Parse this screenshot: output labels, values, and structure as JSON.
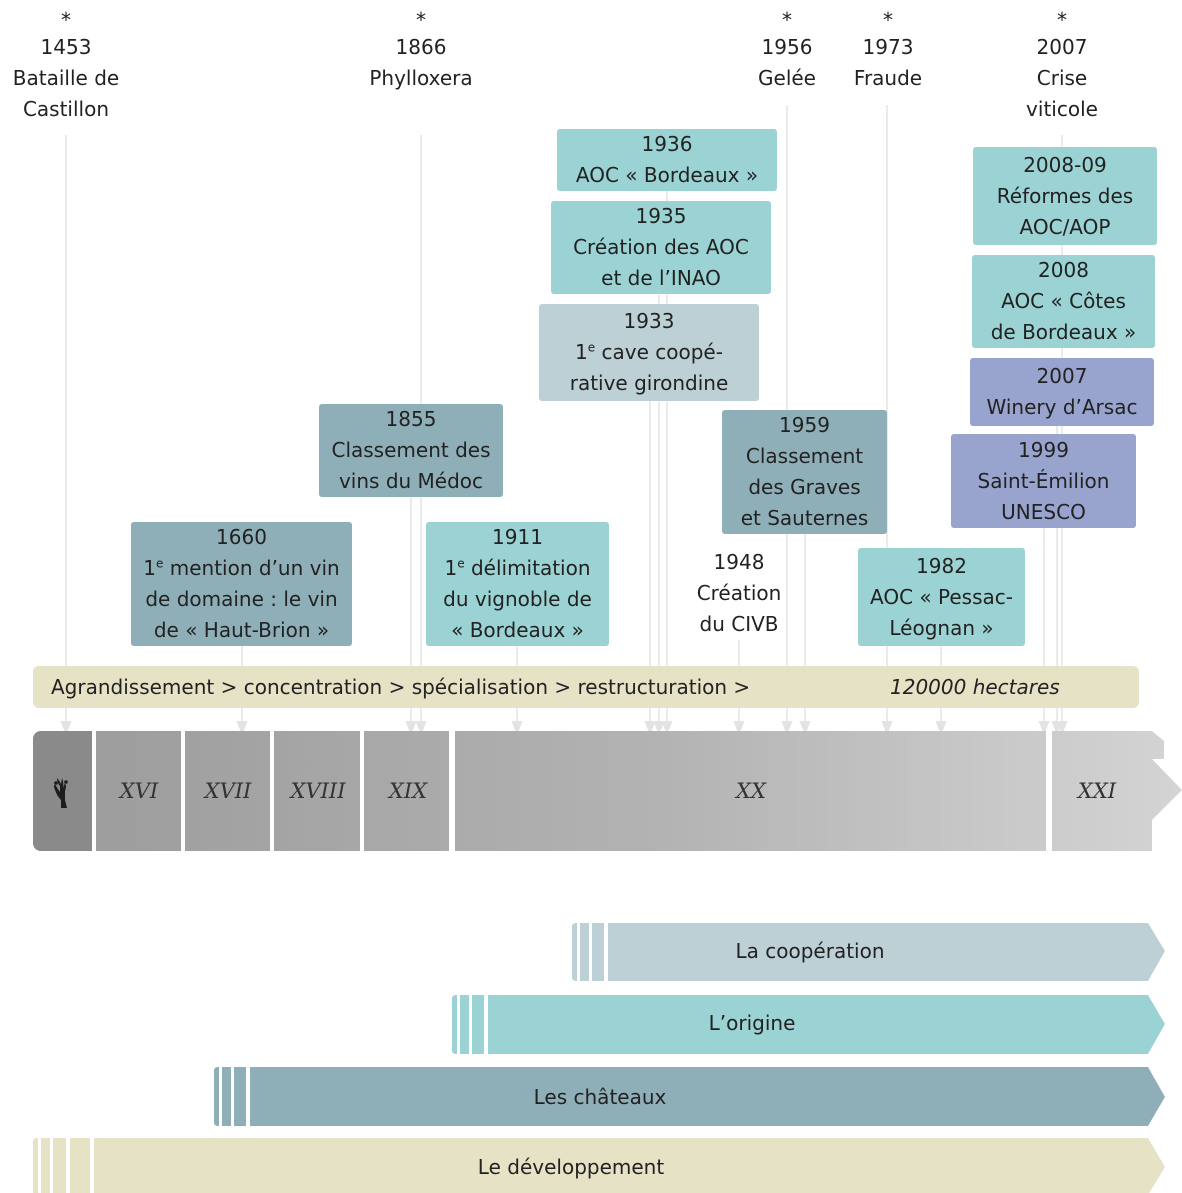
{
  "top_events": [
    {
      "star": "*",
      "year": "1453",
      "label_lines": [
        "Bataille de",
        "Castillon"
      ]
    },
    {
      "star": "*",
      "year": "1866",
      "label_lines": [
        "Phylloxera"
      ]
    },
    {
      "star": "*",
      "year": "1956",
      "label_lines": [
        "Gelée"
      ]
    },
    {
      "star": "*",
      "year": "1973",
      "label_lines": [
        "Fraude"
      ]
    },
    {
      "star": "*",
      "year": "2007",
      "label_lines": [
        "Crise",
        "viticole"
      ]
    }
  ],
  "boxes": {
    "b1936": {
      "year": "1936",
      "lines": [
        "AOC « Bordeaux »"
      ]
    },
    "b1935": {
      "year": "1935",
      "lines": [
        "Création des AOC",
        "et de l’INAO"
      ]
    },
    "b1933": {
      "year": "1933",
      "line1_pre": "1",
      "line1_sup": "e",
      "line1_post": " cave coopé-",
      "lines": [
        "rative girondine"
      ]
    },
    "b1855": {
      "year": "1855",
      "lines": [
        "Classement des",
        "vins du Médoc"
      ]
    },
    "b1660": {
      "year": "1660",
      "line1_pre": "1",
      "line1_sup": "e",
      "line1_post": " mention d’un vin",
      "lines": [
        "de domaine : le vin",
        "de « Haut-Brion »"
      ]
    },
    "b1911": {
      "year": "1911",
      "line1_pre": "1",
      "line1_sup": "e",
      "line1_post": " délimitation",
      "lines": [
        "du vignoble de",
        "« Bordeaux »"
      ]
    },
    "b1948": {
      "year": "1948",
      "lines": [
        "Création",
        "du CIVB"
      ]
    },
    "b1959": {
      "year": "1959",
      "lines": [
        "Classement",
        "des Graves",
        "et Sauternes"
      ]
    },
    "b1982": {
      "year": "1982",
      "lines": [
        "AOC « Pessac-",
        "Léognan »"
      ]
    },
    "b2008_09": {
      "year": "2008-09",
      "lines": [
        "Réformes des",
        "AOC/AOP"
      ]
    },
    "b2008": {
      "year": "2008",
      "lines": [
        "AOC « Côtes",
        "de Bordeaux »"
      ]
    },
    "b2007": {
      "year": "2007",
      "lines": [
        "Winery d’Arsac"
      ]
    },
    "b1999": {
      "year": "1999",
      "lines": [
        "Saint-Émilion",
        "UNESCO"
      ]
    }
  },
  "band": {
    "text": "Agrandissement > concentration > spécialisation > restructuration >",
    "hectares": "120000 hectares",
    "color": "#e6e2c6"
  },
  "centuries": [
    "XVI",
    "XVII",
    "XVIII",
    "XIX",
    "XX",
    "XXI"
  ],
  "vine_icon": "vine-icon",
  "bars": [
    {
      "label": "La coopération",
      "color": "#bcd0d6"
    },
    {
      "label": "L’origine",
      "color": "#9bd2d3"
    },
    {
      "label": "Les châteaux",
      "color": "#8fafb8"
    },
    {
      "label": "Le développement",
      "color": "#e6e2c6"
    }
  ],
  "colors": {
    "box_light_teal": "#9bd2d3",
    "box_teal": "#8fafb8",
    "box_pale": "#bcd0d6",
    "box_purple": "#98a4cd",
    "arrow": "#e6e6e6"
  }
}
